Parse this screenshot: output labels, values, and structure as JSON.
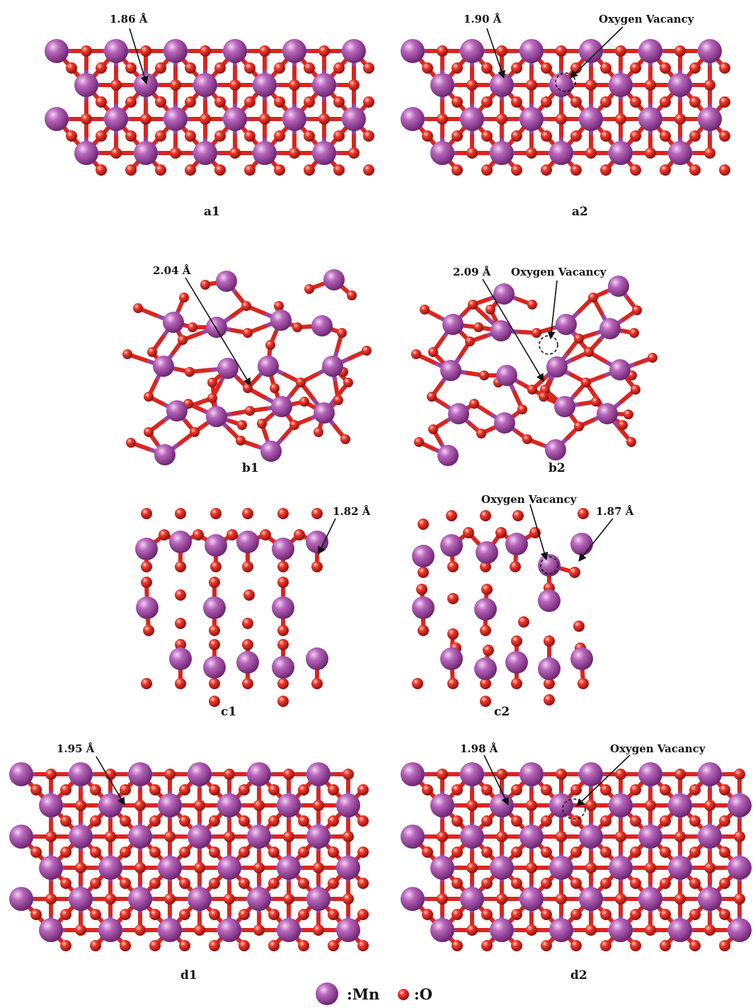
{
  "colors": {
    "manganese": "#a44fa8",
    "oxygen": "#e2221f",
    "bond_mn": "#9a45a0",
    "bond_o": "#d9261f",
    "background": "#ffffff",
    "text": "#111111"
  },
  "panels": {
    "a1": {
      "label": "a1",
      "bond_length": "1.86 Å"
    },
    "a2": {
      "label": "a2",
      "bond_length": "1.90 Å",
      "vacancy_label": "Oxygen Vacancy"
    },
    "b1": {
      "label": "b1",
      "bond_length": "2.04 Å"
    },
    "b2": {
      "label": "b2",
      "bond_length": "2.09 Å",
      "vacancy_label": "Oxygen Vacancy"
    },
    "c1": {
      "label": "c1",
      "bond_length": "1.82 Å"
    },
    "c2": {
      "label": "c2",
      "bond_length": "1.87 Å",
      "vacancy_label": "Oxygen Vacancy"
    },
    "d1": {
      "label": "d1",
      "bond_length": "1.95 Å"
    },
    "d2": {
      "label": "d2",
      "bond_length": "1.98 Å",
      "vacancy_label": "Oxygen Vacancy"
    }
  },
  "legend": {
    "mn_label": ":Mn",
    "o_label": ":O"
  }
}
